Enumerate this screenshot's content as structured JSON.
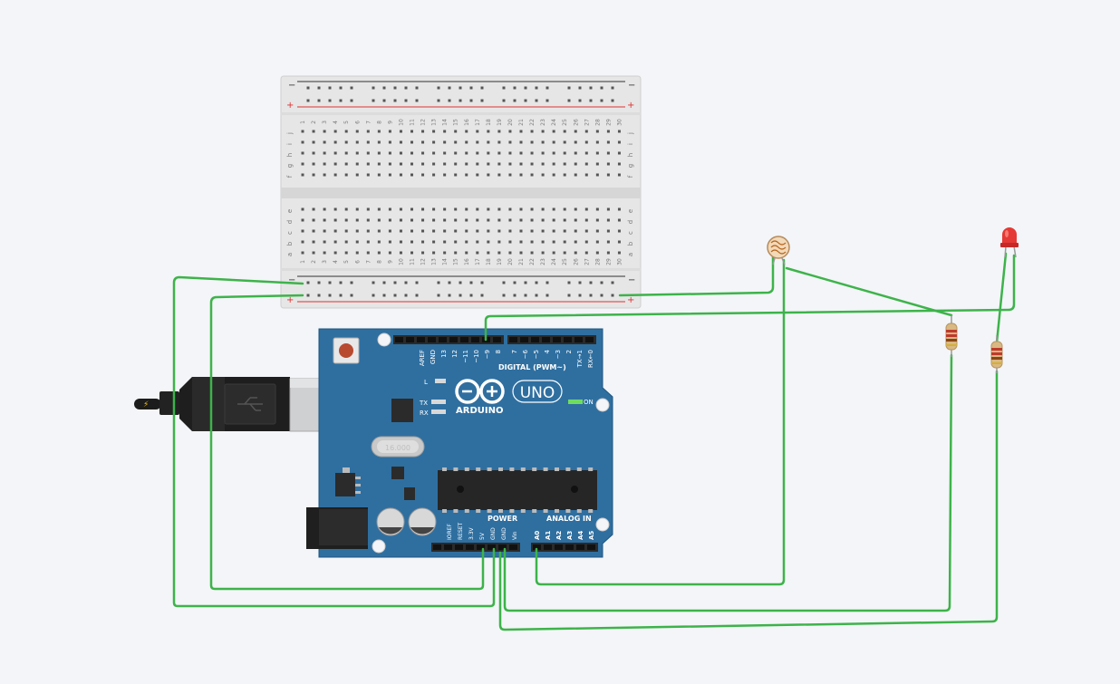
{
  "breadboard": {
    "minus_sign": "−",
    "plus_sign": "+",
    "row_letters_top": [
      "j",
      "i",
      "h",
      "g",
      "f"
    ],
    "row_letters_bottom": [
      "e",
      "d",
      "c",
      "b",
      "a"
    ],
    "columns": [
      "1",
      "2",
      "3",
      "4",
      "5",
      "6",
      "7",
      "8",
      "9",
      "10",
      "11",
      "12",
      "13",
      "14",
      "15",
      "16",
      "17",
      "18",
      "19",
      "20",
      "21",
      "22",
      "23",
      "24",
      "25",
      "26",
      "27",
      "28",
      "29",
      "30"
    ]
  },
  "arduino": {
    "brand": "ARDUINO",
    "model": "UNO",
    "digital_label": "DIGITAL (PWM~)",
    "power_label": "POWER",
    "analog_label": "ANALOG IN",
    "on_label": "ON",
    "led_labels": [
      "L",
      "TX",
      "RX"
    ],
    "crystal_label": "16.000",
    "digital_pins": [
      "AREF",
      "GND",
      "13",
      "12",
      "~11",
      "~10",
      "~9",
      "8",
      "7",
      "~6",
      "~5",
      "4",
      "~3",
      "2",
      "TX→1",
      "RX←0"
    ],
    "power_pins": [
      "IOREF",
      "RESET",
      "3.3V",
      "5V",
      "GND",
      "GND",
      "Vin"
    ],
    "analog_pins": [
      "A0",
      "A1",
      "A2",
      "A3",
      "A4",
      "A5"
    ]
  },
  "components": [
    "photoresistor",
    "resistor",
    "resistor",
    "red-led",
    "usb-cable"
  ],
  "colors": {
    "wire": "#3db34a",
    "board": "#2f6fa0",
    "breadboard": "#e4e4e4",
    "rail_red": "#d33",
    "rail_dark": "#333",
    "led": "#e33"
  }
}
